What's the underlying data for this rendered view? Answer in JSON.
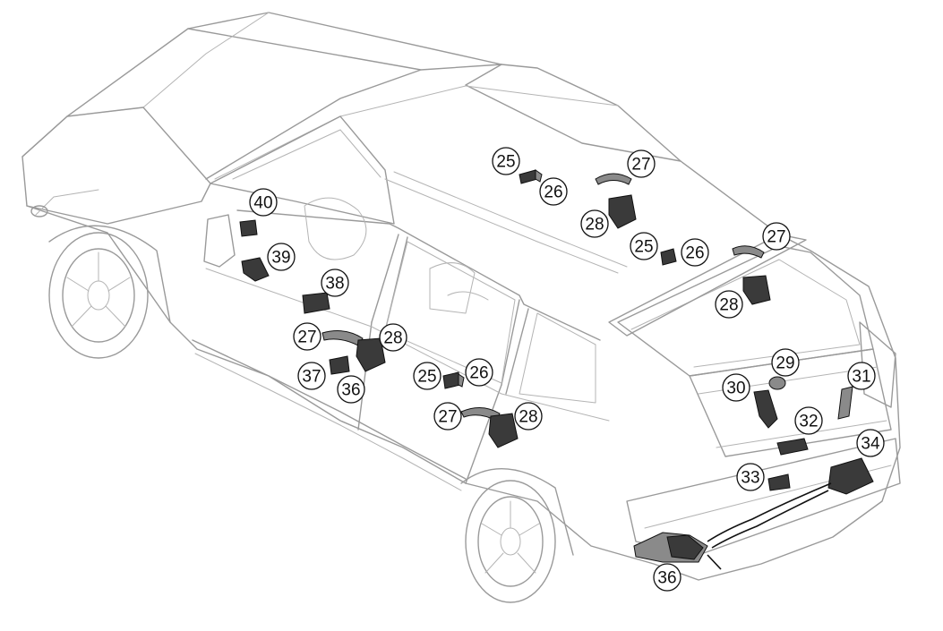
{
  "callouts": [
    {
      "id": "25"
    },
    {
      "id": "26"
    },
    {
      "id": "27"
    },
    {
      "id": "28"
    },
    {
      "id": "27"
    },
    {
      "id": "25"
    },
    {
      "id": "26"
    },
    {
      "id": "28"
    },
    {
      "id": "40"
    },
    {
      "id": "39"
    },
    {
      "id": "38"
    },
    {
      "id": "27"
    },
    {
      "id": "28"
    },
    {
      "id": "37"
    },
    {
      "id": "36"
    },
    {
      "id": "25"
    },
    {
      "id": "26"
    },
    {
      "id": "27"
    },
    {
      "id": "28"
    },
    {
      "id": "29"
    },
    {
      "id": "30"
    },
    {
      "id": "31"
    },
    {
      "id": "32"
    },
    {
      "id": "33"
    },
    {
      "id": "34"
    },
    {
      "id": "36"
    }
  ]
}
